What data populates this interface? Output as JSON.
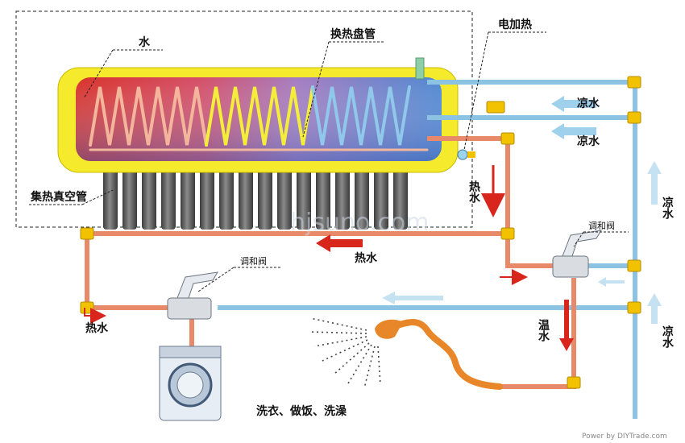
{
  "labels": {
    "water": "水",
    "coil": "换热盘管",
    "electric_heat": "电加热",
    "cold_water_1": "凉水",
    "cold_water_2": "凉水",
    "cold_water_right_top": "凉水",
    "cold_water_right_bottom": "凉水",
    "vacuum_tube": "集热真空管",
    "hot_water_vertical": "热水",
    "hot_water_mid": "热水",
    "hot_water_left": "热水",
    "mixing_valve_left": "调和阀",
    "mixing_valve_right": "调和阀",
    "warm_water": "温水",
    "uses": "洗衣、做饭、洗澡"
  },
  "watermarks": {
    "site": "hjsuno.com",
    "footer": "Power by DIYTrade.com"
  },
  "colors": {
    "hot_pipe": "#e88a6a",
    "cold_pipe": "#8cc3e3",
    "tank_outer": "#f5ea2c",
    "fitting": "#f2c200",
    "hot_arrow": "#d9261c",
    "cold_arrow": "#9fd0ec"
  }
}
